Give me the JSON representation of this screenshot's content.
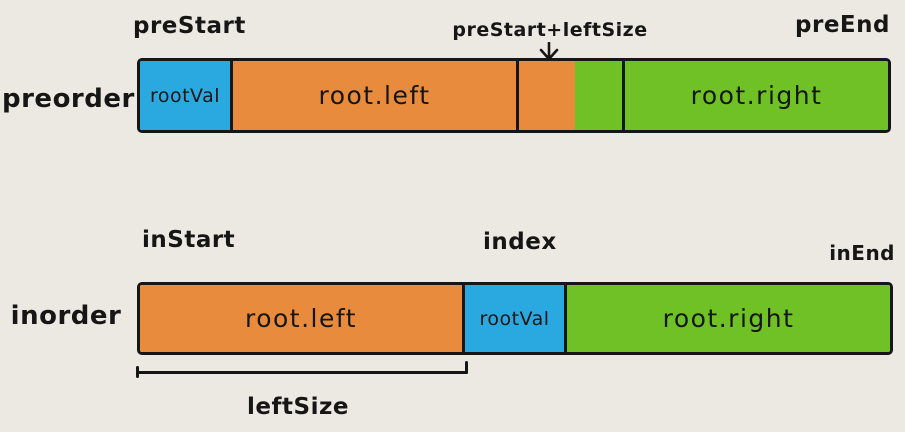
{
  "colors": {
    "blue": "#2AA9E1",
    "orange": "#E98B3C",
    "green": "#6FC125",
    "ink": "#161616",
    "background": "#ECE9E2"
  },
  "preorder": {
    "row_label": "preorder",
    "start_label": "preStart",
    "mid_label": "preStart+leftSize",
    "end_label": "preEnd",
    "segments": {
      "root_val": "rootVal",
      "root_left": "root.left",
      "root_right": "root.right"
    }
  },
  "inorder": {
    "row_label": "inorder",
    "start_label": "inStart",
    "mid_label": "index",
    "end_label": "inEnd",
    "segments": {
      "root_left": "root.left",
      "root_val": "rootVal",
      "root_right": "root.right"
    }
  },
  "measure": {
    "label": "leftSize"
  }
}
